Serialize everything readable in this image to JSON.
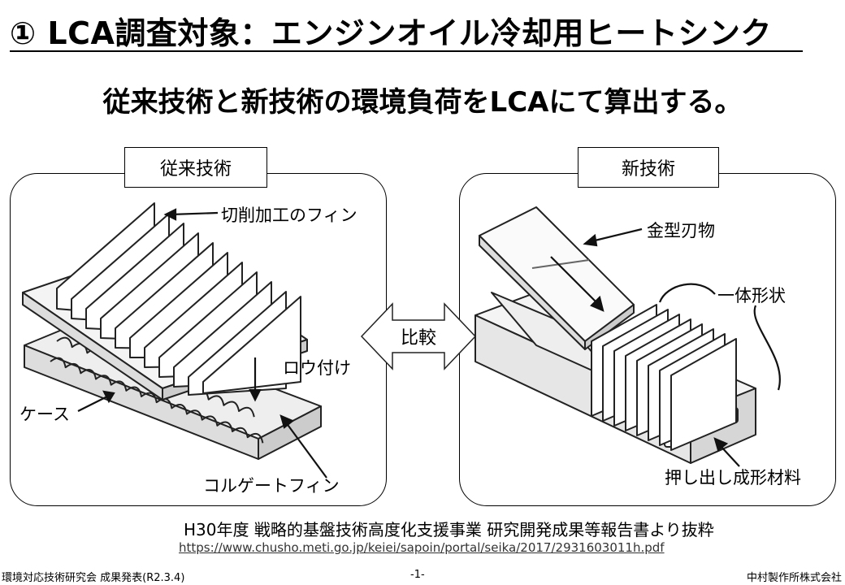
{
  "header": {
    "title": "① LCA調査対象：エンジンオイル冷却用ヒートシンク",
    "subtitle": "従来技術と新技術の環境負荷をLCAにて算出する。"
  },
  "left_panel": {
    "label": "従来技術",
    "callouts": {
      "fin_cut": "切削加工のフィン",
      "brazing": "ロウ付け",
      "case": "ケース",
      "corrugate_fin": "コルゲートフィン"
    }
  },
  "right_panel": {
    "label": "新技術",
    "callouts": {
      "die_blade": "金型刃物",
      "integral": "一体形状",
      "extrusion": "押し出し成形材料"
    }
  },
  "compare": {
    "label": "比較"
  },
  "source": {
    "citation": "H30年度 戦略的基盤技術高度化支援事業 研究開発成果等報告書より抜粋",
    "url": "https://www.chusho.meti.go.jp/keiei/sapoin/portal/seika/2017/2931603011h.pdf"
  },
  "footer": {
    "left": "環境対応技術研究会 成果発表(R2.3.4)",
    "center": "-1-",
    "right": "中村製作所株式会社"
  }
}
